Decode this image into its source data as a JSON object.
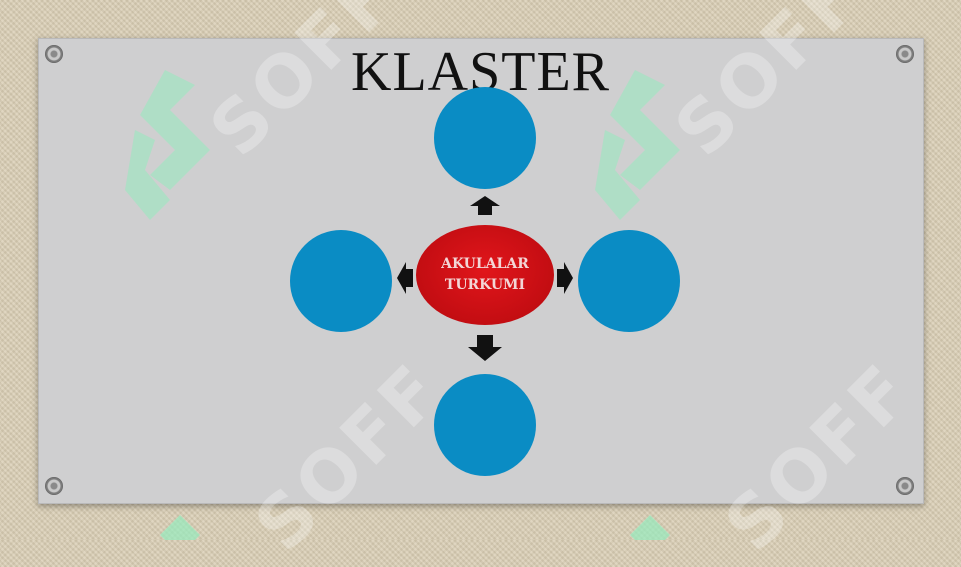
{
  "title": "KLASTER",
  "center": {
    "line1": "AKULALAR",
    "line2": "TURKUMI"
  },
  "watermark_text": "SOFF",
  "colors": {
    "circle": "#0a8cc4",
    "center": "#c30d12",
    "board": "#cfcfd0",
    "arrow": "#111111"
  },
  "icons": [
    "arrow-up-icon",
    "arrow-down-icon",
    "arrow-left-icon",
    "arrow-right-icon",
    "screw-icon"
  ]
}
